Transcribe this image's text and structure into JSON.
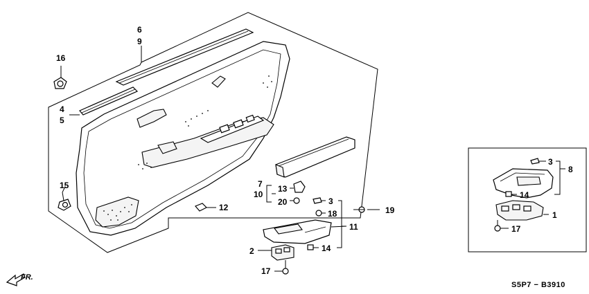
{
  "diagram_code": "S5P7 − B3910",
  "direction_label": "FR.",
  "callouts": {
    "c6": "6",
    "c9": "9",
    "c16": "16",
    "c4": "4",
    "c5": "5",
    "c15": "15",
    "c12": "12",
    "c7": "7",
    "c10": "10",
    "c13": "13",
    "c20": "20",
    "c3a": "3",
    "c18": "18",
    "c19": "19",
    "c11": "11",
    "c2": "2",
    "c14a": "14",
    "c17a": "17",
    "c3b": "3",
    "c8": "8",
    "c14b": "14",
    "c1": "1",
    "c17b": "17"
  },
  "colors": {
    "line": "#000000",
    "background": "#ffffff"
  }
}
